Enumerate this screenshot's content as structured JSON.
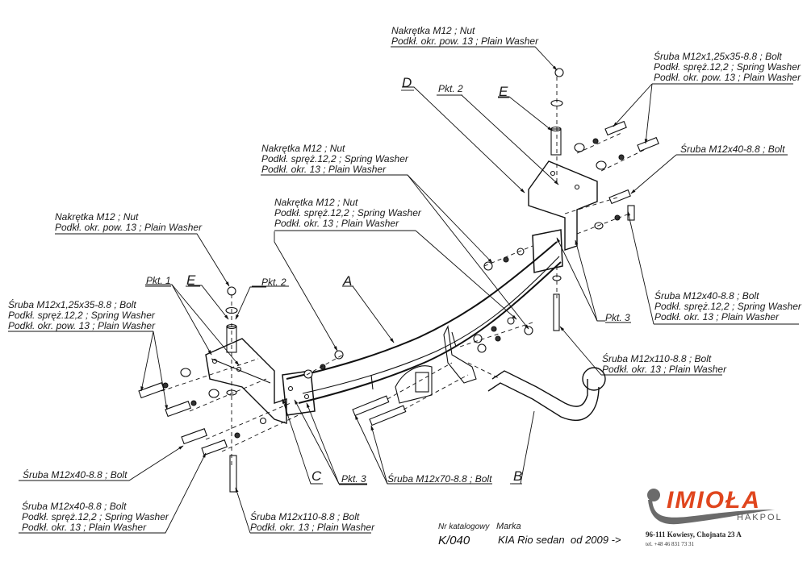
{
  "colors": {
    "ink": "#1a1a1a",
    "brand_orange": "#e0461e",
    "brand_gray": "#6b6b6b"
  },
  "parts": {
    "A": "A",
    "B": "B",
    "C": "C",
    "D": "D",
    "E1": "E",
    "E2": "E"
  },
  "points": {
    "pkt1": "Pkt. 1",
    "pkt2_left": "Pkt. 2",
    "pkt2_right": "Pkt. 2",
    "pkt3_left": "Pkt. 3",
    "pkt3_right": "Pkt. 3"
  },
  "callouts": {
    "top_nut": [
      "Nakrętka  M12 ; Nut",
      "Podkł. okr. pow. 13 ; Plain Washer"
    ],
    "top_right_bolt": [
      "Śruba M12x1,25x35-8.8 ;  Bolt",
      "Podkł. spręż.12,2 ; Spring Washer",
      "Podkł. okr. pow. 13 ; Plain Washer"
    ],
    "right_bolt40": [
      "Śruba M12x40-8.8 ;  Bolt"
    ],
    "mid_nut_upper": [
      "Nakrętka  M12 ; Nut",
      "Podkł. spręż.12,2 ; Spring Washer",
      "Podkł. okr. 13 ; Plain Washer"
    ],
    "mid_nut_lower": [
      "Nakrętka  M12 ; Nut",
      "Podkł. spręż.12,2 ; Spring Washer",
      "Podkł. okr. 13 ; Plain Washer"
    ],
    "left_nut": [
      "Nakrętka  M12 ; Nut",
      "Podkł. okr. pow. 13 ; Plain Washer"
    ],
    "left_bolt": [
      "Śruba M12x1,25x35-8.8 ;  Bolt",
      "Podkł. spręż.12,2 ; Spring Washer",
      "Podkł. okr. pow. 13 ; Plain Washer"
    ],
    "right_bolt40_washers": [
      "Śruba M12x40-8.8 ;  Bolt",
      "Podkł. spręż.12,2 ; Spring Washer",
      "Podkł. okr. 13 ; Plain Washer"
    ],
    "right_bolt110": [
      "Śruba M12x110-8.8 ;  Bolt",
      "Podkł. okr. 13 ; Plain Washer"
    ],
    "left_bolt40": [
      "Śruba M12x40-8.8 ;  Bolt"
    ],
    "left_bolt40_washers": [
      "Śruba M12x40-8.8 ;  Bolt",
      "Podkł. spręż.12,2 ; Spring Washer",
      "Podkł. okr. 13 ; Plain Washer"
    ],
    "bottom_bolt110": [
      "Śruba M12x110-8.8 ;  Bolt",
      "Podkł. okr. 13 ; Plain Washer"
    ],
    "bolt70": [
      "Śruba M12x70-8.8 ;  Bolt"
    ]
  },
  "footer": {
    "catalog_label": "Nr katalogowy",
    "catalog_value": "K/040",
    "brand_label": "Marka",
    "brand_value": "KIA Rio sedan",
    "year": "od  2009 ->"
  },
  "company": {
    "logo_text": "IMIOŁA",
    "logo_sub": "HAKPOL",
    "address": "96-111 Kowiesy, Chojnata 23 A",
    "phone": "tel. +48 46 831 73 31"
  }
}
